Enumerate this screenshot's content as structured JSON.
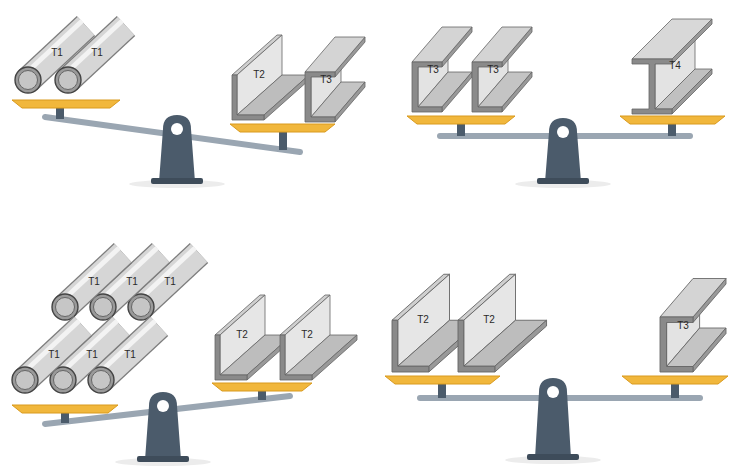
{
  "diagram": {
    "labels": [
      "T1",
      "T1",
      "T2",
      "T3",
      "T3",
      "T3",
      "T4",
      "T1",
      "T1",
      "T1",
      "T1",
      "T1",
      "T1",
      "T2",
      "T2",
      "T2",
      "T2",
      "T3"
    ]
  }
}
